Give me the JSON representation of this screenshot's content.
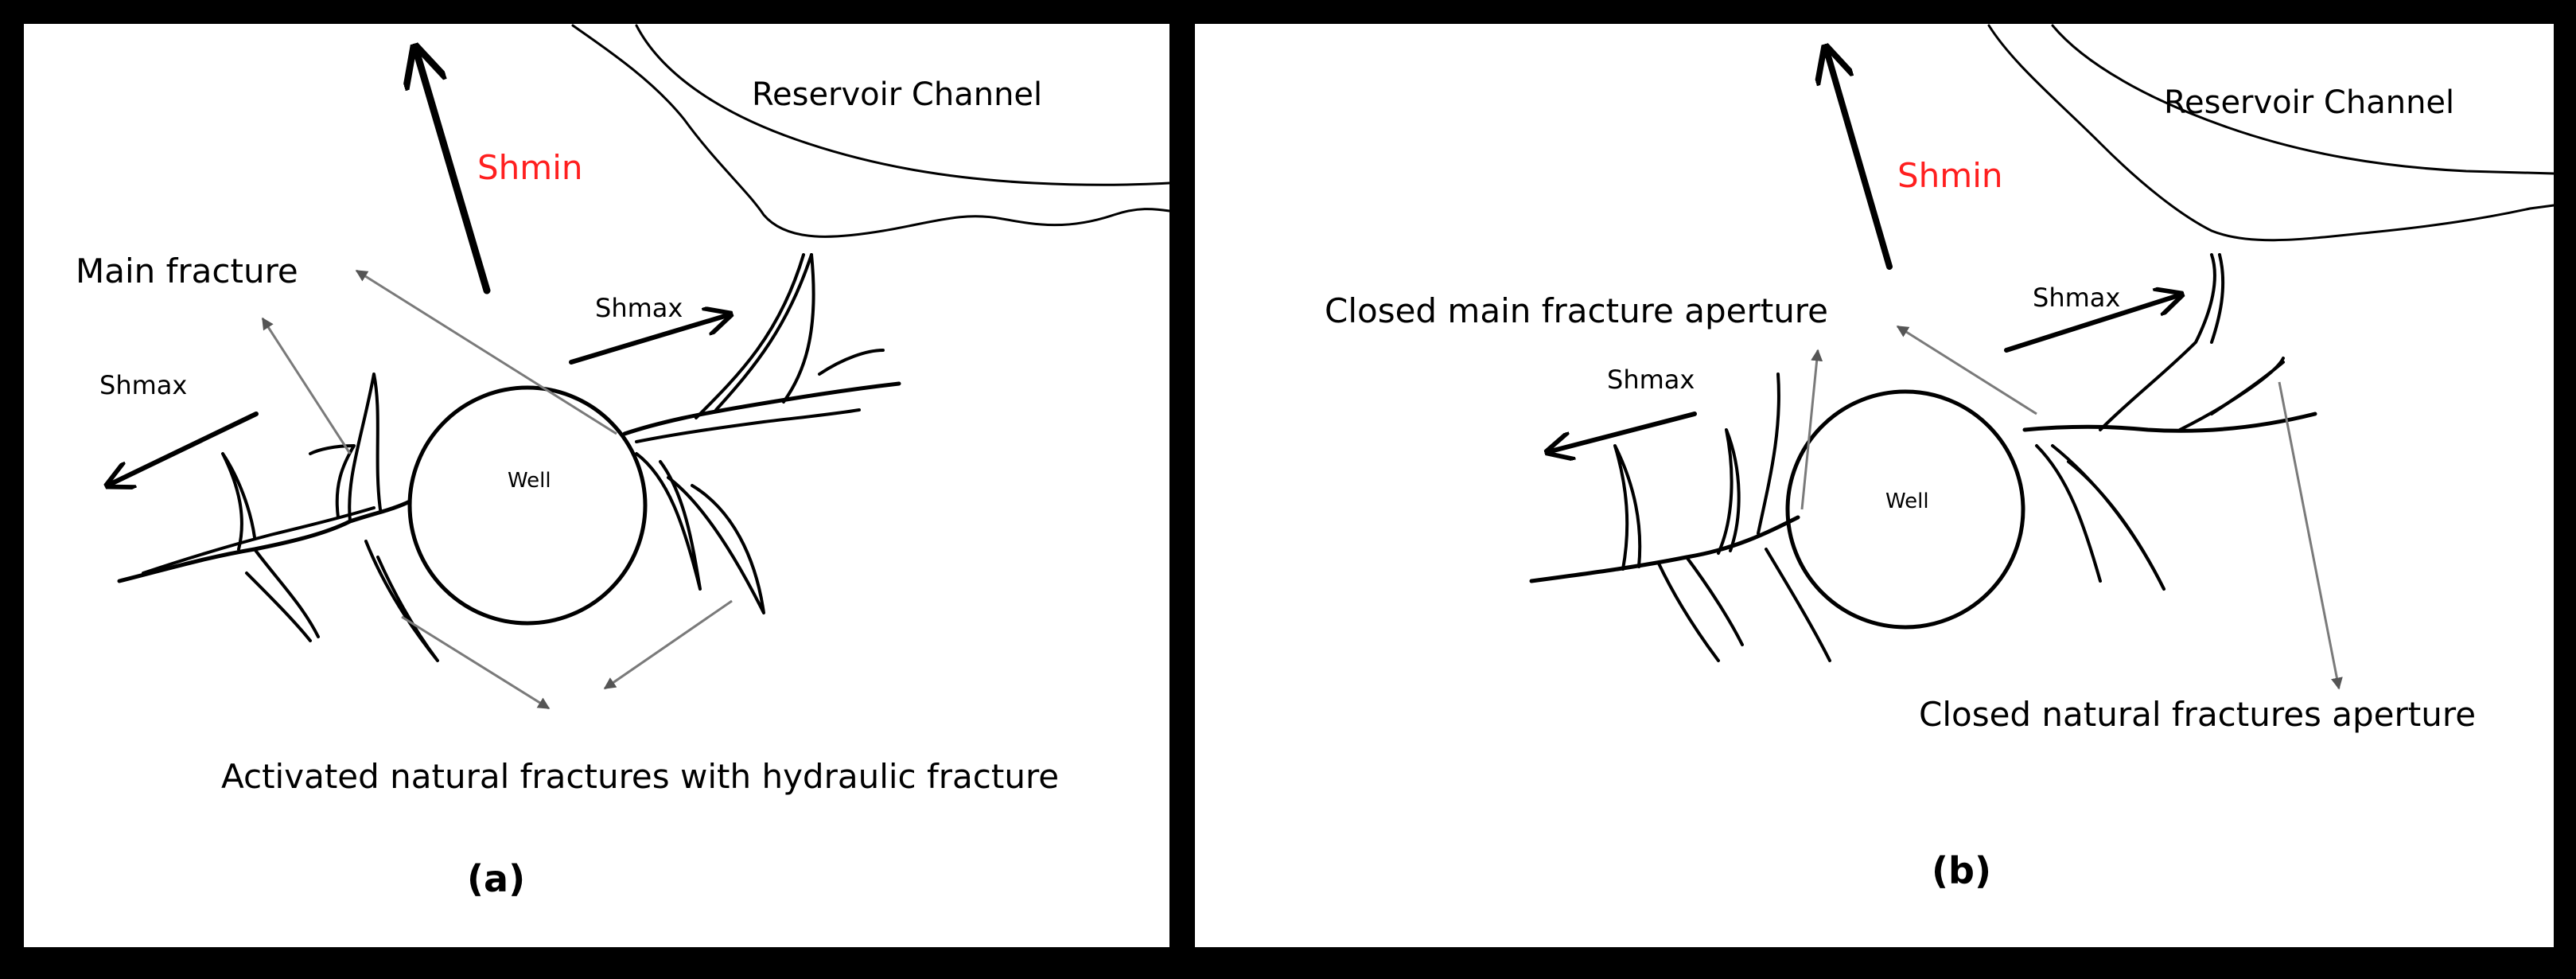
{
  "panels": [
    {
      "id": "a",
      "reservoir_label": "Reservoir Channel",
      "shmin_label": "Shmin",
      "shmax_left_label": "Shmax",
      "shmax_right_label": "Shmax",
      "well_label": "Well",
      "fracture_label": "Main fracture",
      "natural_fracture_label": "Activated natural fractures with hydraulic fracture",
      "caption": "(a)"
    },
    {
      "id": "b",
      "reservoir_label": "Reservoir Channel",
      "shmin_label": "Shmin",
      "shmax_left_label": "Shmax",
      "shmax_right_label": "Shmax",
      "well_label": "Well",
      "fracture_label": "Closed main fracture aperture",
      "natural_fracture_label": "Closed natural fractures aperture",
      "caption": "(b)"
    }
  ],
  "colors": {
    "shmin": "#ff1f1f",
    "ink": "#000000",
    "frame": "#000000",
    "background": "#ffffff"
  }
}
